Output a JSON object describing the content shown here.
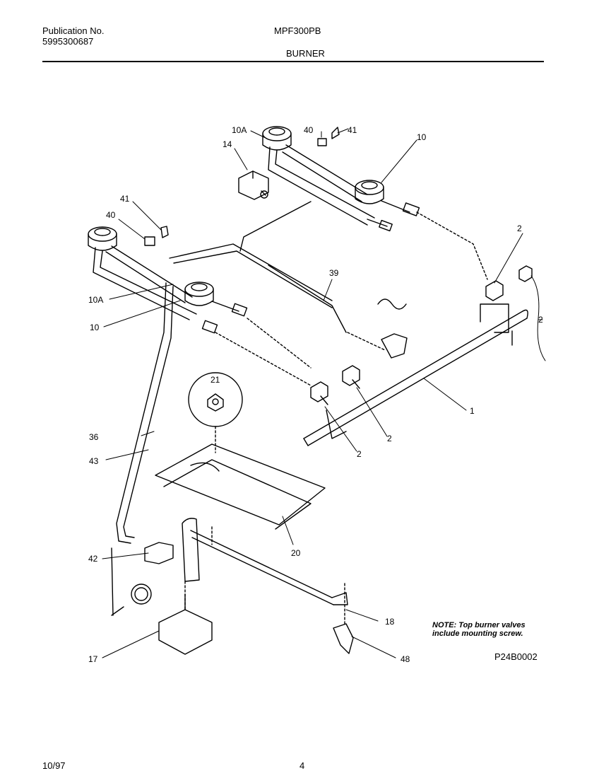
{
  "header": {
    "publication_label": "Publication No.",
    "publication_number": "5995300687",
    "model": "MPF300PB",
    "section": "BURNER"
  },
  "diagram": {
    "callouts": [
      "10A",
      "40",
      "41",
      "10",
      "14",
      "41",
      "40",
      "10A",
      "10",
      "39",
      "2",
      "2",
      "21",
      "36",
      "43",
      "2",
      "2",
      "1",
      "20",
      "42",
      "18",
      "17",
      "48"
    ]
  },
  "note": "NOTE: Top burner valves include mounting screw.",
  "figure_ref": "P24B0002",
  "footer": {
    "date": "10/97",
    "page": "4"
  }
}
